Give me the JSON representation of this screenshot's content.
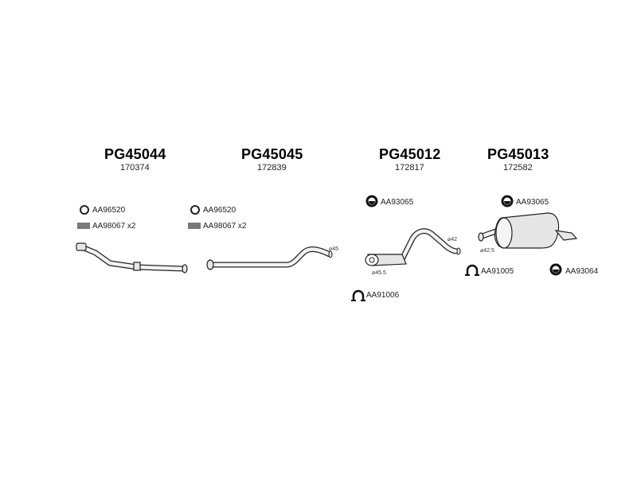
{
  "colors": {
    "line": "#222222",
    "fill": "#e6e6e6",
    "ink": "#000000"
  },
  "groups": [
    {
      "code": "PG45044",
      "ref": "170374",
      "accessories": [
        {
          "icon": "ring-clamp-icon",
          "label": "AA96520"
        },
        {
          "icon": "spring-bolt-icon",
          "label": "AA98067 x2"
        }
      ]
    },
    {
      "code": "PG45045",
      "ref": "172839",
      "accessories": [
        {
          "icon": "ring-clamp-icon",
          "label": "AA96520"
        },
        {
          "icon": "spring-bolt-icon",
          "label": "AA98067 x2"
        }
      ],
      "dimensions": [
        "⌀45"
      ]
    },
    {
      "code": "PG45012",
      "ref": "172817",
      "accessories": [
        {
          "icon": "rubber-mount-icon",
          "label": "AA93065"
        },
        {
          "icon": "u-clamp-icon",
          "label": "AA91006"
        }
      ],
      "dimensions": [
        "⌀42",
        "⌀45.5"
      ]
    },
    {
      "code": "PG45013",
      "ref": "172582",
      "accessories": [
        {
          "icon": "rubber-mount-icon",
          "label": "AA93065"
        },
        {
          "icon": "u-clamp-icon",
          "label": "AA91005"
        },
        {
          "icon": "rubber-mount-icon",
          "label": "AA93064"
        }
      ],
      "dimensions": [
        "⌀42.5"
      ]
    }
  ]
}
